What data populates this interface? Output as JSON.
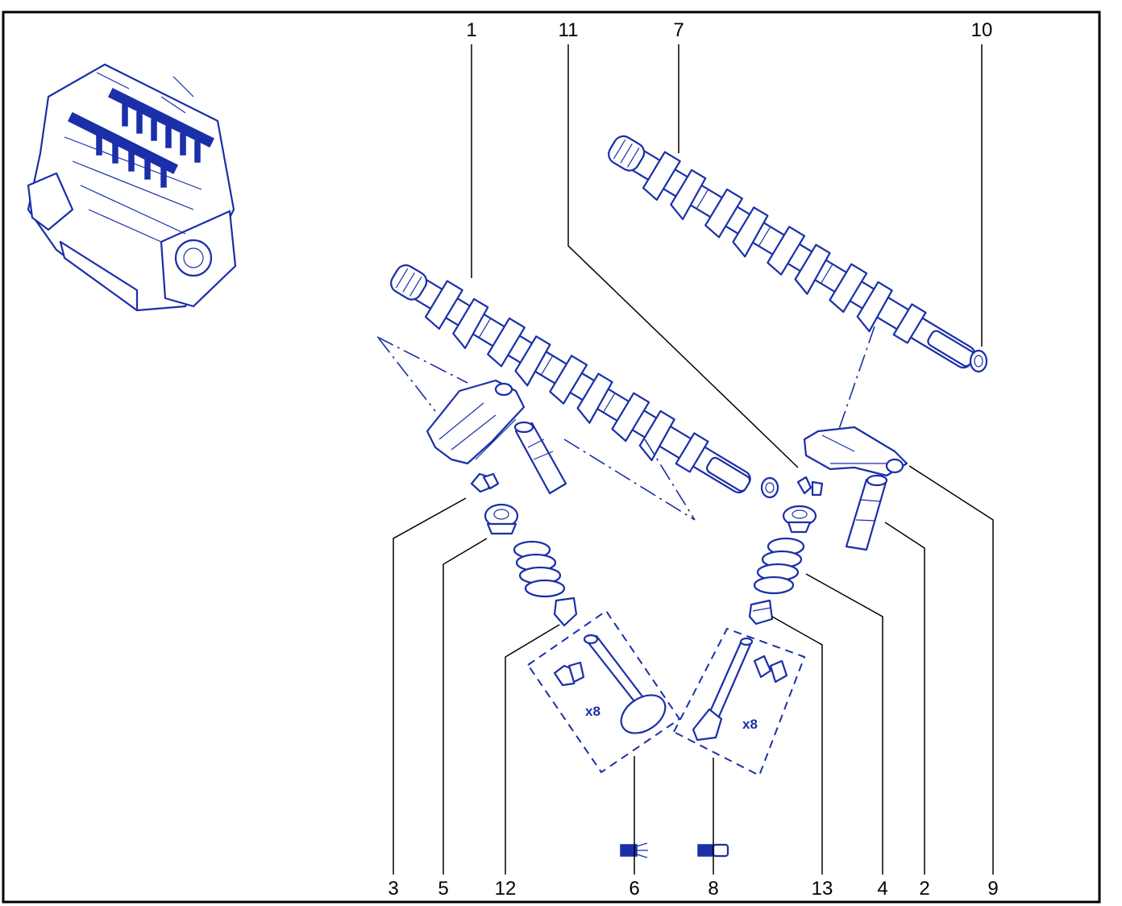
{
  "callouts_top": [
    "1",
    "11",
    "7",
    "10"
  ],
  "callouts_bottom": [
    "3",
    "5",
    "12",
    "6",
    "8",
    "13",
    "4",
    "2",
    "9"
  ],
  "quantity_label_left": "x8",
  "quantity_label_right": "x8",
  "colors": {
    "line_art": "#1a2fa8",
    "frame": "#000000",
    "background": "#ffffff"
  },
  "icons": [
    "engine-overview-icon",
    "camshaft-icon",
    "rocker-arm-icon",
    "hydraulic-lifter-icon",
    "valve-spring-icon",
    "valve-icon",
    "collet-icon",
    "seal-icon",
    "valve-seat-icon"
  ]
}
